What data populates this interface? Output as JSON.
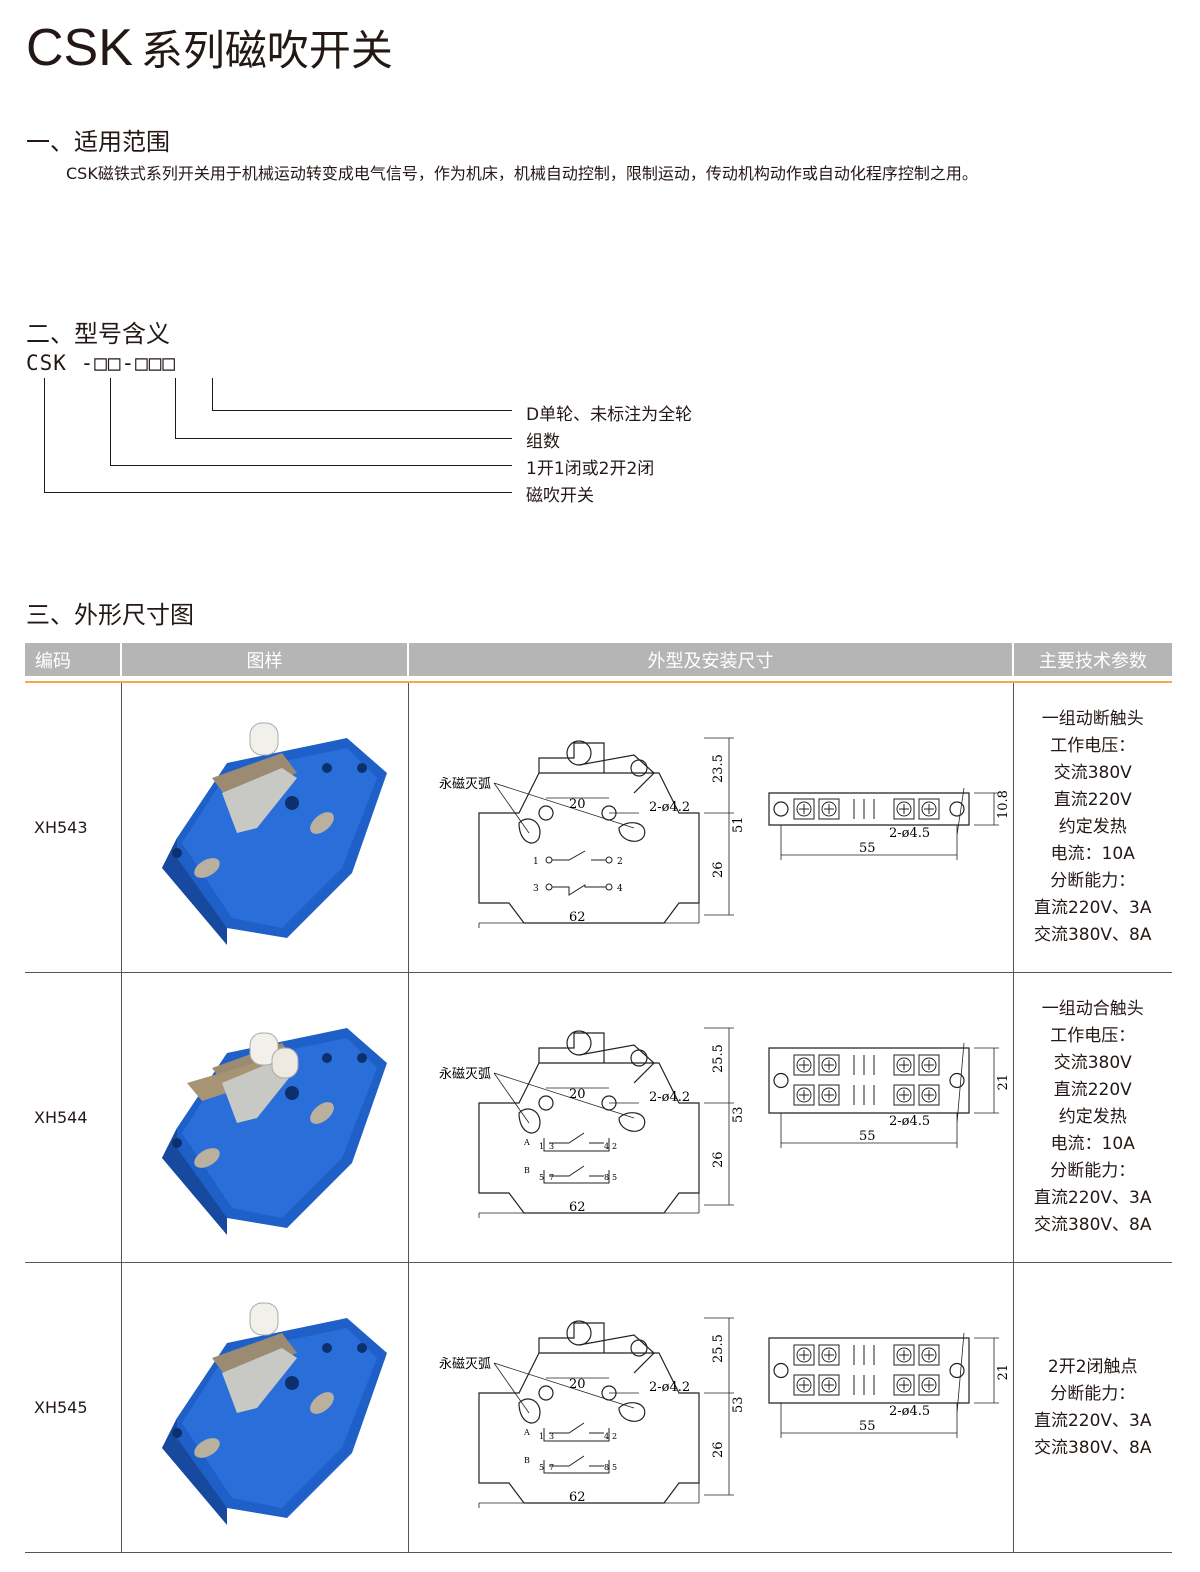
{
  "title": {
    "en": "CSK",
    "zh": "系列磁吹开关"
  },
  "section1": {
    "heading": "一、适用范围",
    "text": "CSK磁铁式系列开关用于机械运动转变成电气信号，作为机床，机械自动控制，限制运动，传动机构动作或自动化程序控制之用。"
  },
  "section2": {
    "heading": "二、型号含义",
    "code": "CSK -□□-□□□",
    "legend": [
      "D单轮、未标注为全轮",
      "组数",
      "1开1闭或2开2闭",
      "磁吹开关"
    ]
  },
  "section3": {
    "heading": "三、外形尺寸图"
  },
  "table": {
    "headers": [
      "编码",
      "图样",
      "外型及安装尺寸",
      "主要技术参数"
    ]
  },
  "rows": [
    {
      "code": "XH543",
      "params": [
        "一组动断触头",
        "工作电压：",
        "交流380V",
        "直流220V",
        "约定发热",
        "电流：10A",
        "分断能力：",
        "直流220V、3A",
        "交流380V、8A"
      ],
      "drawing": {
        "arc": "永磁灭弧",
        "spacing": "20",
        "hole": "2-ø4.2",
        "top": "23.5",
        "total": "51",
        "lower": "26",
        "width": "62",
        "mount": "55",
        "mhole": "2-ø4.5",
        "mh": "10.8",
        "contacts": [
          "1",
          "2",
          "3",
          "4"
        ]
      }
    },
    {
      "code": "XH544",
      "params": [
        "一组动合触头",
        "工作电压：",
        "交流380V",
        "直流220V",
        "约定发热",
        "电流：10A",
        "分断能力：",
        "直流220V、3A",
        "交流380V、8A"
      ],
      "drawing": {
        "arc": "永磁灭弧",
        "spacing": "20",
        "hole": "2-ø4.2",
        "top": "25.5",
        "total": "53",
        "lower": "26",
        "width": "62",
        "mount": "55",
        "mhole": "2-ø4.5",
        "mh": "21",
        "contacts": [
          "A",
          "1",
          "3",
          "4",
          "2",
          "B",
          "5",
          "7",
          "8",
          "5"
        ]
      }
    },
    {
      "code": "XH545",
      "params": [
        "2开2闭触点",
        "分断能力：",
        "直流220V、3A",
        "交流380V、8A"
      ],
      "drawing": {
        "arc": "永磁灭弧",
        "spacing": "20",
        "hole": "2-ø4.2",
        "top": "25.5",
        "total": "53",
        "lower": "26",
        "width": "62",
        "mount": "55",
        "mhole": "2-ø4.5",
        "mh": "21",
        "contacts": [
          "A",
          "1",
          "3",
          "4",
          "2",
          "B",
          "5",
          "7",
          "8",
          "5"
        ]
      }
    }
  ],
  "colors": {
    "header": "#b5b5b5",
    "accent": "#f5a74a",
    "product": "#1f5fc8"
  }
}
